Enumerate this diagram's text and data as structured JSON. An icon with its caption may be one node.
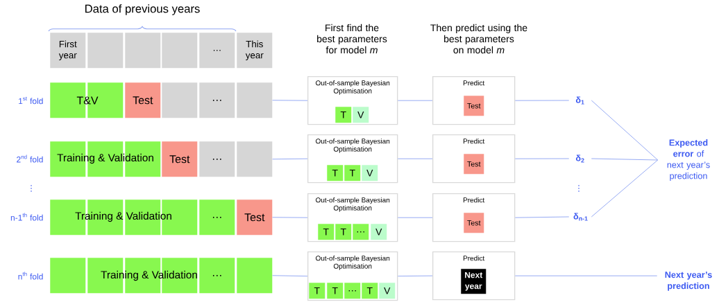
{
  "diagram": {
    "nodes": [
      {
        "text": [
          "First year"
        ]
      },
      {
        "text": [],
        "shape": "box"
      },
      {
        "text": [],
        "shape": "box"
      },
      {
        "text": [],
        "shape": "box"
      },
      {
        "text": [
          "…"
        ]
      },
      {
        "text": [
          "This year"
        ]
      },
      {
        "text": [],
        "shape": "box"
      },
      {
        "text": [],
        "shape": "box"
      },
      {
        "text": [
          "Test"
        ]
      },
      {
        "text": [],
        "shape": "box"
      },
      {
        "text": [
          "…"
        ]
      },
      {
        "text": [],
        "shape": "box"
      },
      {
        "text": [
          "Out-of-sample Bayesian Optimisation"
        ]
      },
      {
        "text": [
          "T"
        ],
        "in": 12
      },
      {
        "text": [
          "V"
        ],
        "in": 12
      },
      {
        "text": [
          "Predict"
        ]
      },
      {
        "text": [
          "Test"
        ],
        "in": 15
      },
      {
        "text": [
          "δ$_{1}$"
        ]
      },
      {
        "text": [],
        "shape": "box"
      },
      {
        "text": [],
        "shape": "box"
      },
      {
        "text": [],
        "shape": "box"
      },
      {
        "text": [
          "Test"
        ]
      },
      {
        "text": [
          "…"
        ]
      },
      {
        "text": [],
        "shape": "box"
      },
      {
        "text": [
          "Out-of-sample Bayesian Optimisation"
        ]
      },
      {
        "text": [
          "T"
        ],
        "in": 24
      },
      {
        "text": [
          "T"
        ],
        "in": 24
      },
      {
        "text": [
          "V"
        ],
        "in": 24
      },
      {
        "text": [
          "Predict"
        ]
      },
      {
        "text": [
          "Test"
        ],
        "in": 28
      },
      {
        "text": [
          "δ$_{2}$"
        ]
      },
      {
        "text": [
          "**Expected error** of next year’s prediction"
        ]
      },
      {
        "text": [],
        "shape": "box"
      },
      {
        "text": [],
        "shape": "box"
      },
      {
        "text": [],
        "shape": "box"
      },
      {
        "text": [],
        "shape": "box"
      },
      {
        "text": [
          "…"
        ]
      },
      {
        "text": [
          "Test"
        ]
      },
      {
        "text": [
          "Out-of-sample Bayesian Optimisation"
        ]
      },
      {
        "text": [
          "T"
        ],
        "in": 38
      },
      {
        "text": [
          "T"
        ],
        "in": 38
      },
      {
        "text": [
          "…"
        ],
        "in": 38
      },
      {
        "text": [
          "V"
        ],
        "in": 38
      },
      {
        "text": [
          "Predict"
        ]
      },
      {
        "text": [
          "Test"
        ],
        "in": 43
      },
      {
        "text": [
          "δ$_{n-1}$"
        ]
      },
      {
        "text": [],
        "shape": "box"
      },
      {
        "text": [],
        "shape": "box"
      },
      {
        "text": [],
        "shape": "box"
      },
      {
        "text": [],
        "shape": "box"
      },
      {
        "text": [
          "…"
        ]
      },
      {
        "text": [],
        "shape": "box"
      },
      {
        "text": [
          "Out-of-sample Bayesian Optimisation"
        ]
      },
      {
        "text": [
          "T"
        ],
        "in": 52
      },
      {
        "text": [
          "T"
        ],
        "in": 52
      },
      {
        "text": [
          "…"
        ],
        "in": 52
      },
      {
        "text": [
          "T"
        ],
        "in": 52
      },
      {
        "text": [
          "V"
        ],
        "in": 52
      },
      {
        "text": [
          "Predict"
        ]
      },
      {
        "text": [
          "Next year"
        ],
        "in": 58
      },
      {
        "text": [
          "Next year’s prediction"
        ]
      }
    ],
    "edges": [
      {
        "from": 11,
        "to": 12,
        "arrow": "none"
      },
      {
        "from": 12,
        "to": 15,
        "arrow": "none"
      },
      {
        "from": 15,
        "to": 17,
        "arrow": "none"
      },
      {
        "from": 17,
        "to": 31,
        "arrow": "none"
      },
      {
        "from": 23,
        "to": 24,
        "arrow": "none"
      },
      {
        "from": 24,
        "to": 28,
        "arrow": "none"
      },
      {
        "from": 28,
        "to": 30,
        "arrow": "none"
      },
      {
        "from": 30,
        "to": 31,
        "arrow": "none"
      },
      {
        "from": 37,
        "to": 38,
        "arrow": "none"
      },
      {
        "from": 38,
        "to": 43,
        "arrow": "none"
      },
      {
        "from": 43,
        "to": 45,
        "arrow": "none"
      },
      {
        "from": 45,
        "to": 31,
        "arrow": "none"
      },
      {
        "from": 51,
        "to": 52,
        "arrow": "none"
      },
      {
        "from": 52,
        "to": 58,
        "arrow": "none"
      },
      {
        "from": 58,
        "to": 60,
        "arrow": "none"
      }
    ],
    "labels": [
      "Data of previous years",
      "First find the best parameters for model *m*",
      "Then predict using the best parameters on model *m*",
      "1$^{st}$ fold",
      "T&V",
      "2$^{nd}$ fold",
      "Training & Validation",
      "⋮",
      "⋮",
      "n-1$^{th}$ fold",
      "Training & Validation",
      "n$^{th}$ fold",
      "Training & Validation"
    ]
  }
}
